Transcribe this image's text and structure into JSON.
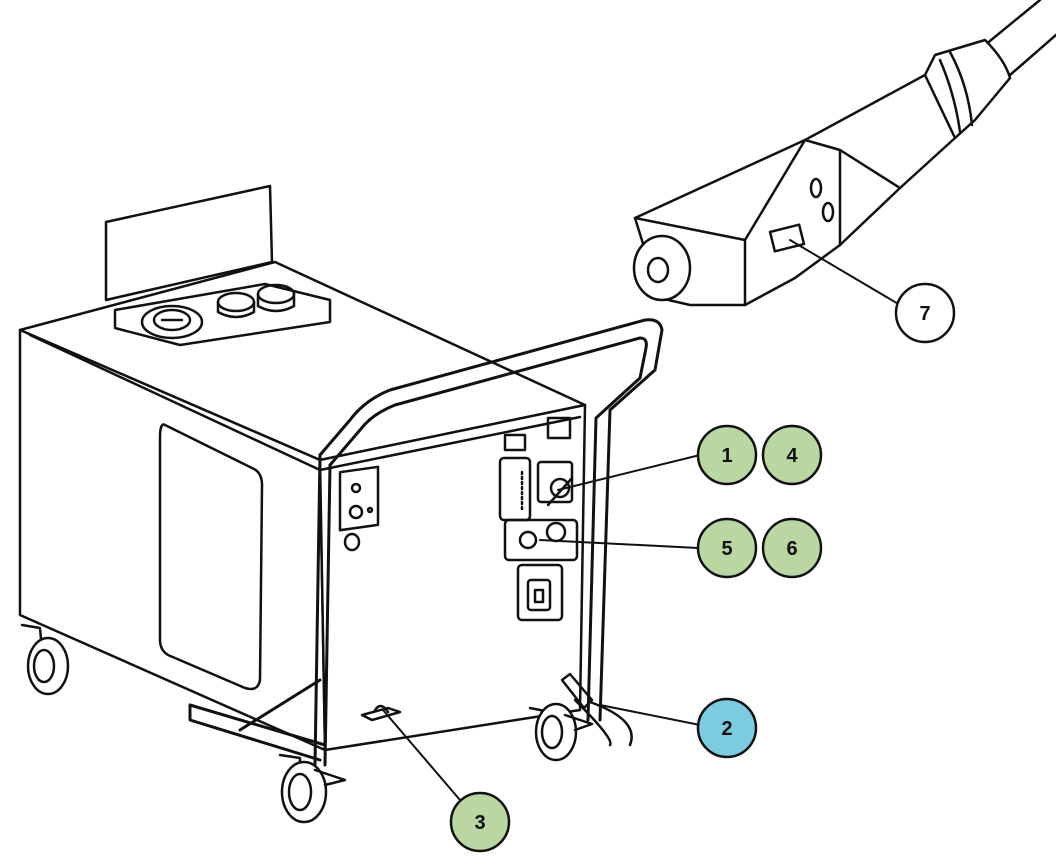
{
  "diagram": {
    "colors": {
      "callout_green": "#b9d6a3",
      "callout_blue": "#7ccbe0",
      "callout_plain": "#ffffff",
      "line": "#111111",
      "body_fill": "#ffffff"
    },
    "callouts": [
      {
        "id": "c1",
        "label": "1",
        "style": "green"
      },
      {
        "id": "c4",
        "label": "4",
        "style": "green"
      },
      {
        "id": "c5",
        "label": "5",
        "style": "green"
      },
      {
        "id": "c6",
        "label": "6",
        "style": "green"
      },
      {
        "id": "c2",
        "label": "2",
        "style": "blue"
      },
      {
        "id": "c3",
        "label": "3",
        "style": "green"
      },
      {
        "id": "c7",
        "label": "7",
        "style": "plain"
      }
    ]
  }
}
